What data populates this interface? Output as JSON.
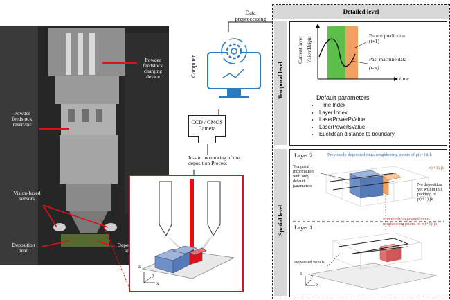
{
  "photo": {
    "labels": {
      "powder_charging": "Powder feedstock charging device",
      "powder_reservoir": "Powder feedstock reservoir",
      "vision_sensors": "Vision-based sensors",
      "deposition_head": "Deposition head",
      "deposition_area": "Deposition area"
    }
  },
  "flow": {
    "data_preprocessing": "Data preprocessing",
    "computer": "Computer",
    "camera": "CCD / CMOS Camera",
    "in_situ": "In-situ monitoring of the deposition Process"
  },
  "axes3d": {
    "x": "x",
    "y": "y",
    "z": "z"
  },
  "detailed": {
    "title": "Detailed level",
    "temporal": {
      "side_label": "Temporal level",
      "y_axis": "Current layer",
      "y_inner": "Vision/Height",
      "x_axis": "time",
      "future": "Future prediction (t+1)",
      "past": "Past machine data",
      "past_range": "(t-w)",
      "params_title": "Default parameters",
      "params": [
        "Time Index",
        "Layer Index",
        "LaserPowerPValue",
        "LaserPowerSValue",
        "Euclidean distance to boundary"
      ]
    },
    "spatial": {
      "side_label": "Spatial level",
      "layer2": "Layer 2",
      "layer1": "Layer 1",
      "prev_top": "Previously deposited intra-neighboring points of p(t+1)ijk",
      "temporal_info": "Temporal information with only default parameters",
      "p_label": "p(t+1)ijk",
      "no_depo": "No deposition yet within this padding of p(t+1)ijk",
      "prev_inter": "Previously deposited inter-neighboring points of p(t+1)ijk",
      "deposited": "Deposited voxels"
    }
  },
  "colors": {
    "red": "#e0101a",
    "green": "#5cbf4a",
    "orange": "#f0a060",
    "blue": "#6f8fc8",
    "purple": "#9a3a8a"
  }
}
